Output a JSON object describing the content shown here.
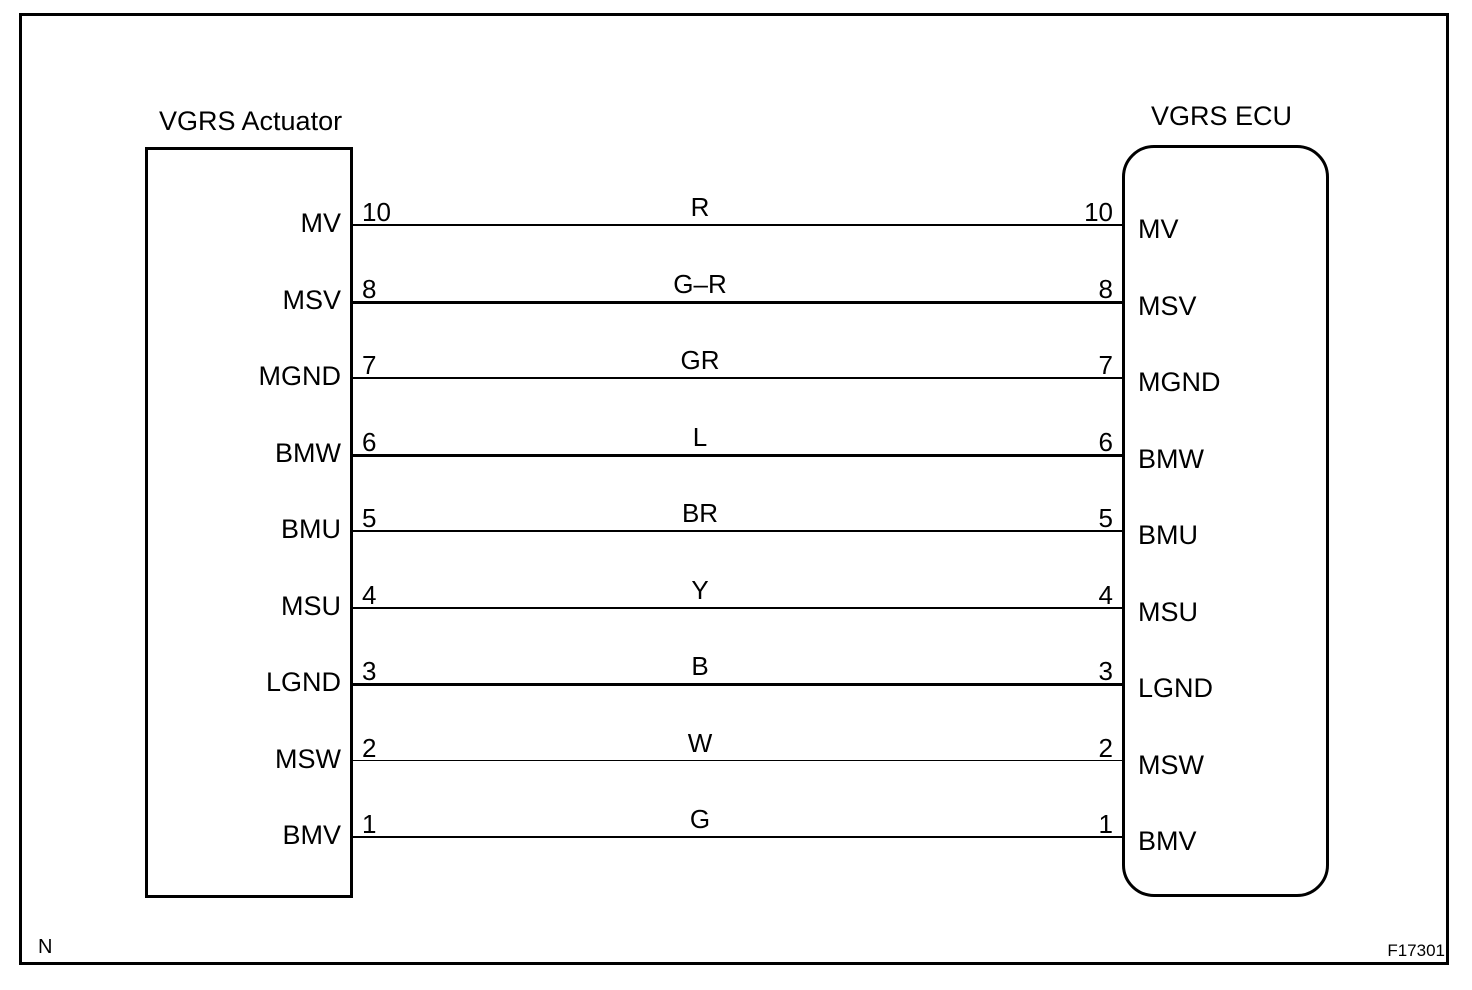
{
  "diagram": {
    "left_box": {
      "title": "VGRS Actuator"
    },
    "right_box": {
      "title": "VGRS ECU"
    },
    "footer_left": "N",
    "footer_right": "F17301",
    "colors": {
      "line": "#000000",
      "background": "#ffffff",
      "text": "#000000"
    },
    "connections": [
      {
        "left_label": "MV",
        "left_pin": "10",
        "wire_color": "R",
        "right_pin": "10",
        "right_label": "MV"
      },
      {
        "left_label": "MSV",
        "left_pin": "8",
        "wire_color": "G–R",
        "right_pin": "8",
        "right_label": "MSV"
      },
      {
        "left_label": "MGND",
        "left_pin": "7",
        "wire_color": "GR",
        "right_pin": "7",
        "right_label": "MGND"
      },
      {
        "left_label": "BMW",
        "left_pin": "6",
        "wire_color": "L",
        "right_pin": "6",
        "right_label": "BMW"
      },
      {
        "left_label": "BMU",
        "left_pin": "5",
        "wire_color": "BR",
        "right_pin": "5",
        "right_label": "BMU"
      },
      {
        "left_label": "MSU",
        "left_pin": "4",
        "wire_color": "Y",
        "right_pin": "4",
        "right_label": "MSU"
      },
      {
        "left_label": "LGND",
        "left_pin": "3",
        "wire_color": "B",
        "right_pin": "3",
        "right_label": "LGND"
      },
      {
        "left_label": "MSW",
        "left_pin": "2",
        "wire_color": "W",
        "right_pin": "2",
        "right_label": "MSW"
      },
      {
        "left_label": "BMV",
        "left_pin": "1",
        "wire_color": "G",
        "right_pin": "1",
        "right_label": "BMV"
      }
    ]
  }
}
